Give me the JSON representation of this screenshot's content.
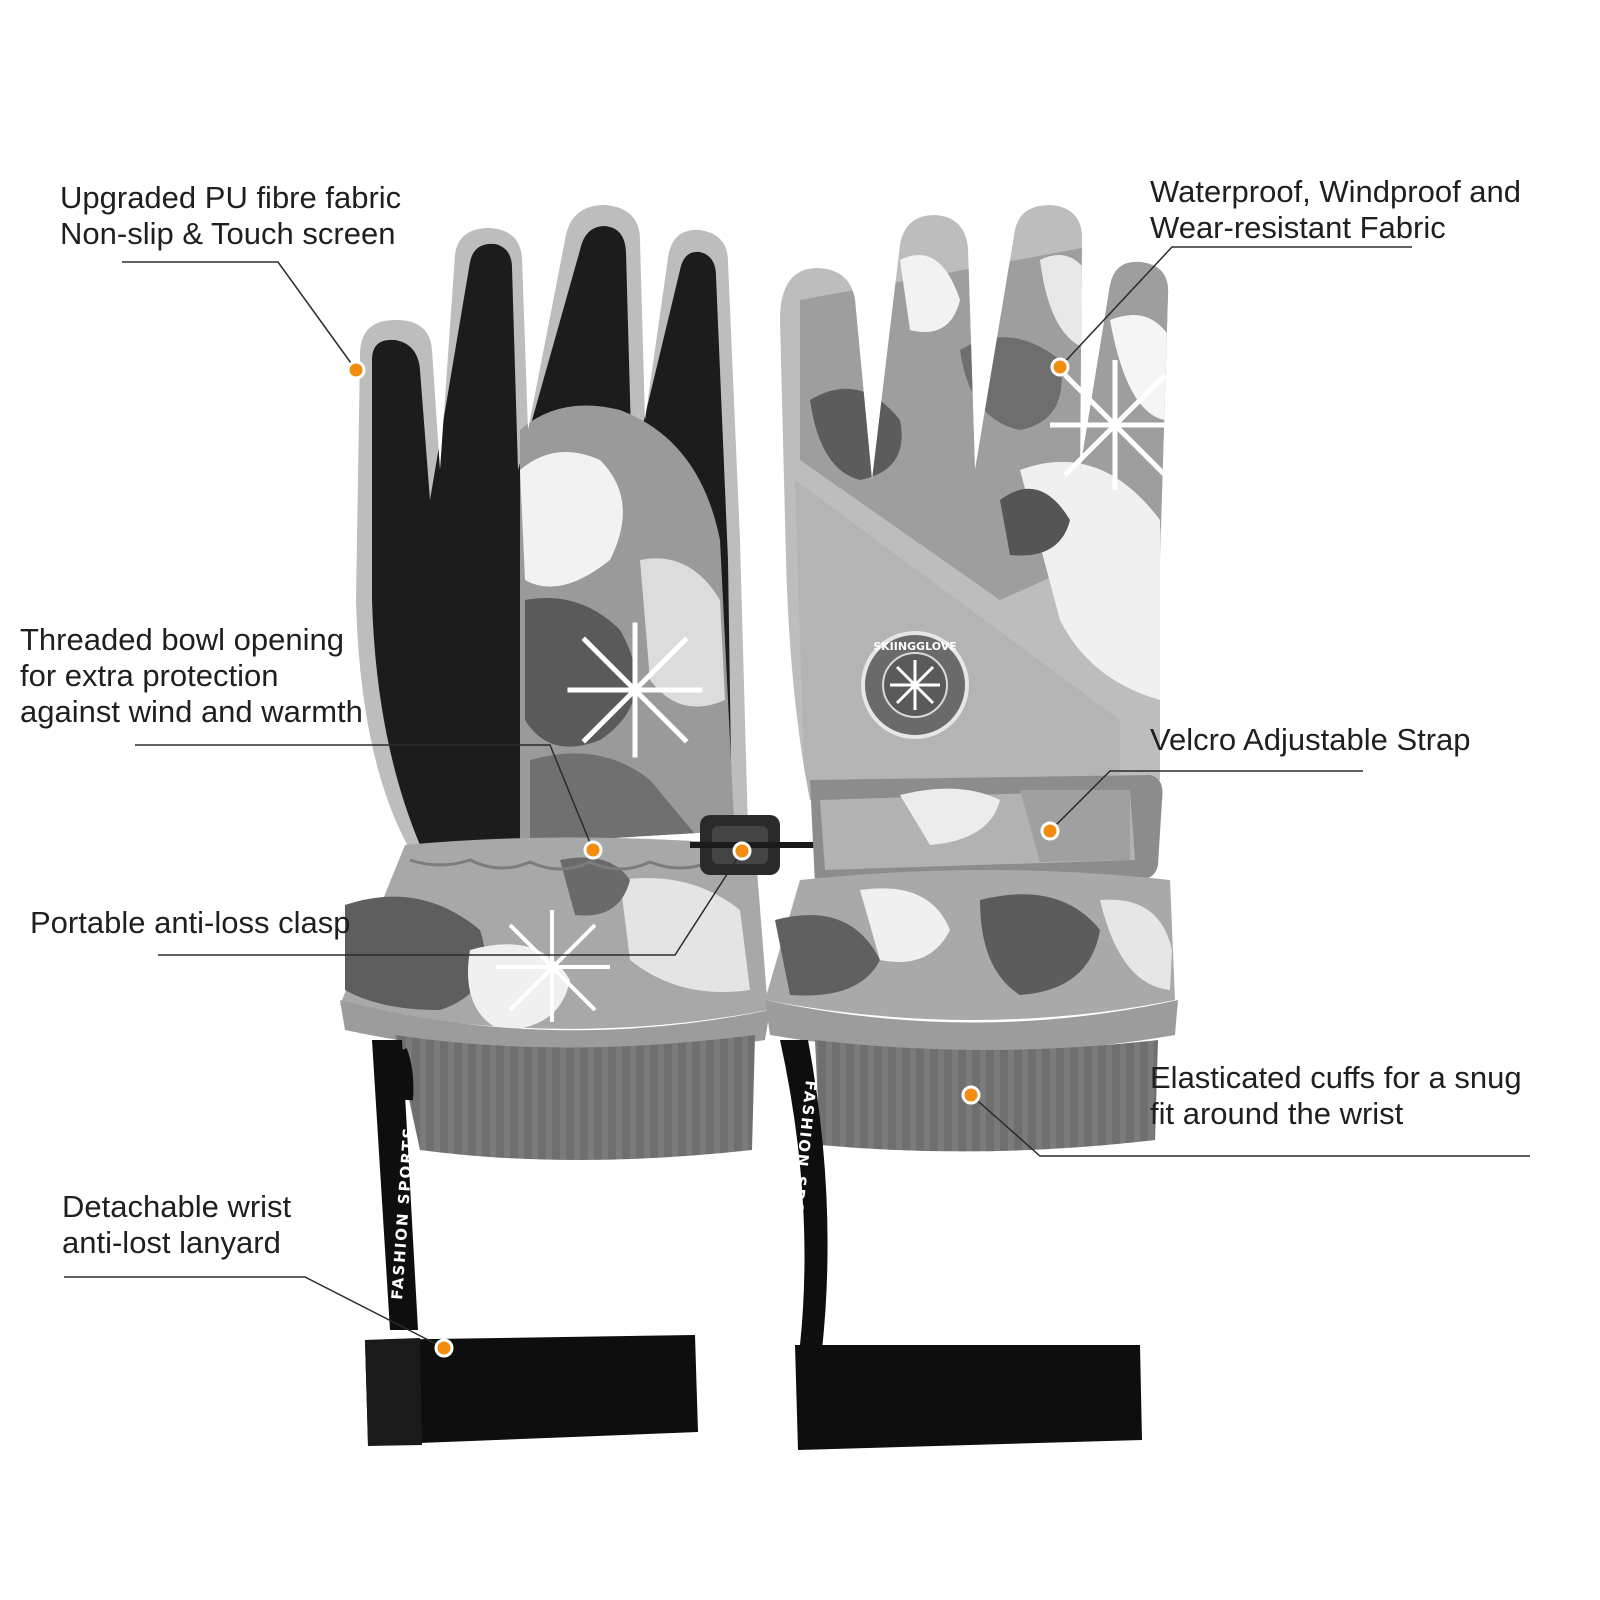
{
  "callouts": {
    "fabric": {
      "line1": "Upgraded PU fibre fabric",
      "line2": "Non-slip & Touch screen"
    },
    "water": {
      "line1": "Waterproof, Windproof and",
      "line2": "Wear-resistant Fabric"
    },
    "bowl": {
      "line1": "Threaded bowl opening",
      "line2": "for extra protection",
      "line3": "against wind and warmth"
    },
    "velcro": {
      "line1": "Velcro Adjustable Strap"
    },
    "clasp": {
      "line1": "Portable anti-loss clasp"
    },
    "cuffs": {
      "line1": "Elasticated cuffs for a snug",
      "line2": "fit around the wrist"
    },
    "lanyard": {
      "line1": "Detachable wrist",
      "line2": "anti-lost lanyard"
    }
  },
  "product_marks": {
    "badge_text": "SKIINGGLOVE",
    "strap_text_left": "FASHION SPORTS",
    "strap_text_right": "FASHION SPORTS"
  },
  "colors": {
    "dot": "#f28c0f",
    "palm": "#1c1c1c",
    "light_grey": "#bdbdbd",
    "mid_grey": "#8f8f8f",
    "dark_grey": "#5a5a5a",
    "cuff_knit": "#6b6b6b",
    "strap": "#0e0e0e"
  }
}
